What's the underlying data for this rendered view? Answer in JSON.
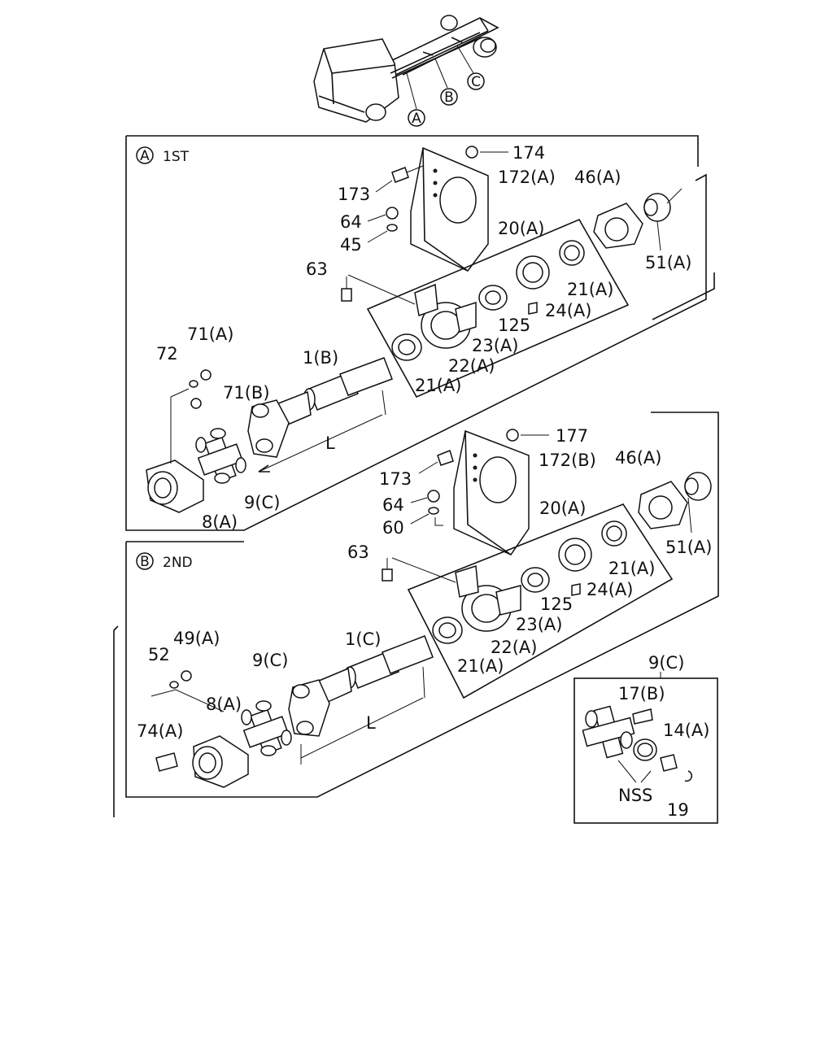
{
  "callouts": {
    "a": "A",
    "b": "B",
    "c": "C"
  },
  "sections": {
    "first": {
      "letter": "A",
      "title": "1ST"
    },
    "second": {
      "letter": "B",
      "title": "2ND"
    }
  },
  "inset": {
    "title": "9(C)",
    "nss": "NSS"
  },
  "length_label": "L",
  "labels_first": {
    "p174": "174",
    "p173": "173",
    "p172a": "172(A)",
    "p46a": "46(A)",
    "p64": "64",
    "p45": "45",
    "p20a": "20(A)",
    "p51a": "51(A)",
    "p63": "63",
    "p21a_top": "21(A)",
    "p24a": "24(A)",
    "p125": "125",
    "p23a": "23(A)",
    "p22a": "22(A)",
    "p21a_bot": "21(A)",
    "p71a": "71(A)",
    "p72": "72",
    "p1b": "1(B)",
    "p71b": "71(B)",
    "p9c": "9(C)",
    "p8a": "8(A)"
  },
  "labels_second": {
    "p177": "177",
    "p173": "173",
    "p172b": "172(B)",
    "p46a": "46(A)",
    "p64": "64",
    "p60": "60",
    "p20a": "20(A)",
    "p51a": "51(A)",
    "p63": "63",
    "p21a_top": "21(A)",
    "p24a": "24(A)",
    "p125": "125",
    "p23a": "23(A)",
    "p22a": "22(A)",
    "p21a_bot": "21(A)",
    "p49a": "49(A)",
    "p52": "52",
    "p9c": "9(C)",
    "p1c": "1(C)",
    "p8a": "8(A)",
    "p74a": "74(A)"
  },
  "labels_inset": {
    "p17b": "17(B)",
    "p14a": "14(A)",
    "p19": "19"
  }
}
